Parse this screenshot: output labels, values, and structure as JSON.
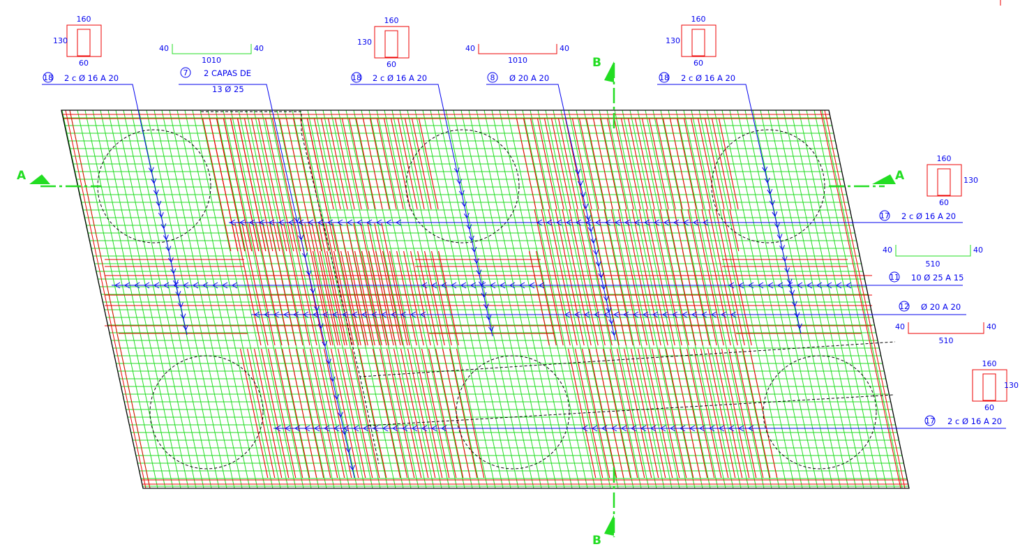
{
  "colors": {
    "background": "#ffffff",
    "grid_green": "#22dd22",
    "bars_red": "#ee0000",
    "annotation_blue": "#0000ee",
    "outline": "#000000",
    "section_green": "#22dd22"
  },
  "sections": {
    "a": "A",
    "b": "B"
  },
  "callouts": [
    {
      "num": "18",
      "text": "2 c Ø 16 A 20"
    },
    {
      "num": "7",
      "text": "2 CAPAS DE",
      "text2": "13 Ø 25"
    },
    {
      "num": "18",
      "text": "2 c Ø 16 A 20"
    },
    {
      "num": "8",
      "text": "Ø 20 A 20"
    },
    {
      "num": "18",
      "text": "2 c Ø 16 A 20"
    },
    {
      "num": "17",
      "text": "2 c Ø 16 A 20"
    },
    {
      "num": "11",
      "text": "10 Ø 25 A 15"
    },
    {
      "num": "12",
      "text": "Ø 20 A 20"
    },
    {
      "num": "17",
      "text": "2 c Ø 16 A 20"
    }
  ],
  "stirrups": [
    {
      "w": "160",
      "h": "130",
      "b": "60"
    },
    {
      "w": "160",
      "h": "130",
      "b": "60"
    },
    {
      "w": "160",
      "h": "130",
      "b": "60"
    },
    {
      "w": "160",
      "h": "130",
      "b": "60"
    },
    {
      "w": "160",
      "h": "130",
      "b": "60"
    }
  ],
  "bar_shapes": [
    {
      "left": "40",
      "mid": "1010",
      "right": "40"
    },
    {
      "left": "40",
      "mid": "1010",
      "right": "40"
    },
    {
      "left": "40",
      "mid": "510",
      "right": "40"
    },
    {
      "left": "40",
      "mid": "510",
      "right": "40"
    }
  ]
}
